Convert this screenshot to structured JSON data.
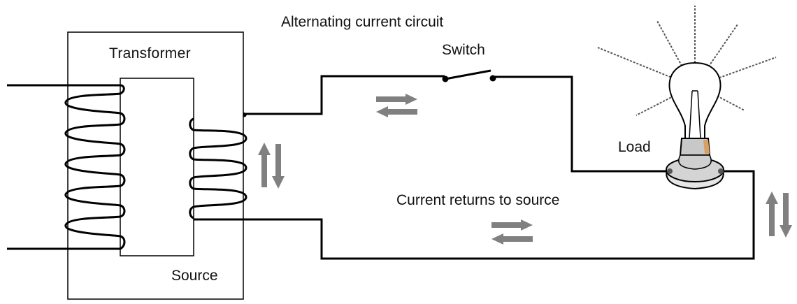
{
  "diagram": {
    "title": "Alternating current circuit",
    "transformer_label": "Transformer",
    "switch_label": "Switch",
    "load_label": "Load",
    "return_label": "Current returns to source",
    "source_label": "Source"
  },
  "colors": {
    "wire": "#000000",
    "arrow": "#808080",
    "socket": "#c8c8c8",
    "socket_accent": "#d9a066",
    "rays": "#555555"
  }
}
